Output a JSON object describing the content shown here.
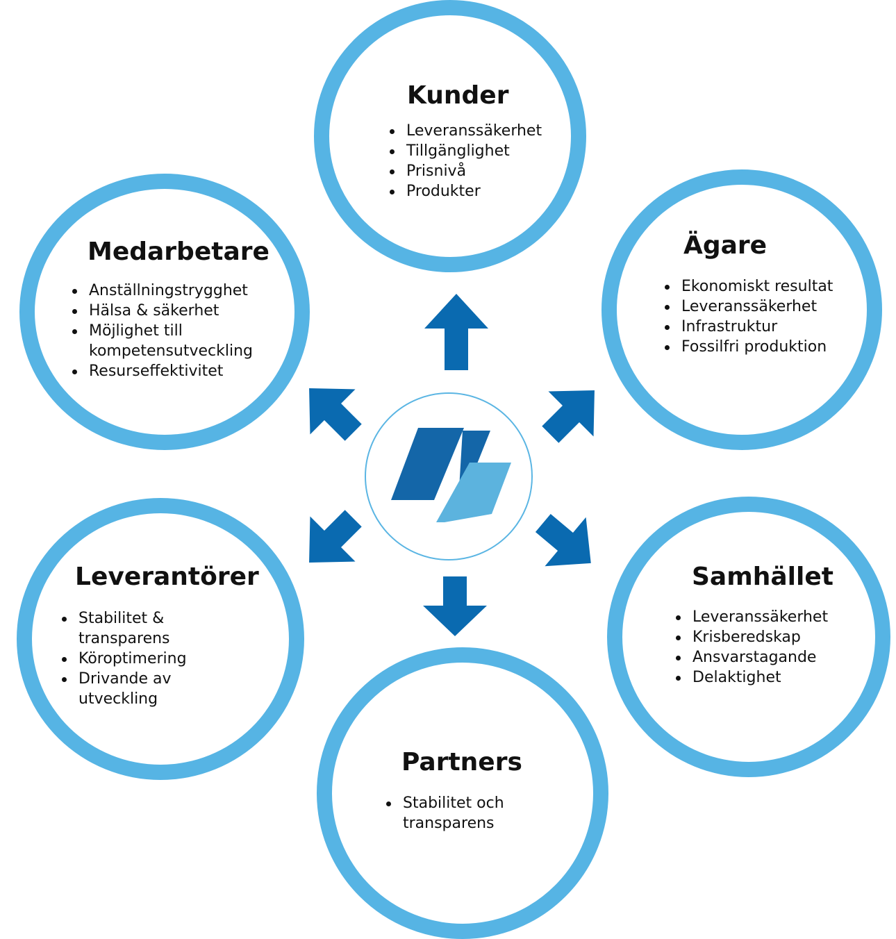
{
  "stakeholders": {
    "kunder": {
      "title": "Kunder",
      "items": [
        "Leveranssäkerhet",
        "Tillgänglighet",
        "Prisnivå",
        "Produkter"
      ]
    },
    "agare": {
      "title": "Ägare",
      "items": [
        "Ekonomiskt resultat",
        "Leveranssäkerhet",
        "Infrastruktur",
        "Fossilfri produktion"
      ]
    },
    "medarbetare": {
      "title": "Medarbetare",
      "items": [
        "Anställningstrygghet",
        "Hälsa & säkerhet",
        "Möjlighet till kompetensutveckling",
        "Resurseffektivitet"
      ]
    },
    "leverantorer": {
      "title": "Leverantörer",
      "items": [
        "Stabilitet & transparens",
        "Köroptimering",
        "Drivande av utveckling"
      ]
    },
    "samhallet": {
      "title": "Samhället",
      "items": [
        "Leveranssäkerhet",
        "Krisberedskap",
        "Ansvarstagande",
        "Delaktighet"
      ]
    },
    "partners": {
      "title": "Partners",
      "items": [
        "Stabilitet och transparens"
      ]
    }
  },
  "colors": {
    "circle_ring": "#56b4e4",
    "arrow": "#0a6ab0",
    "logo_dark": "#1466a8",
    "logo_light": "#5cb3de",
    "text": "#111111"
  },
  "icons": {
    "center_logo": "company-logo",
    "arrows": "arrow-icon"
  }
}
